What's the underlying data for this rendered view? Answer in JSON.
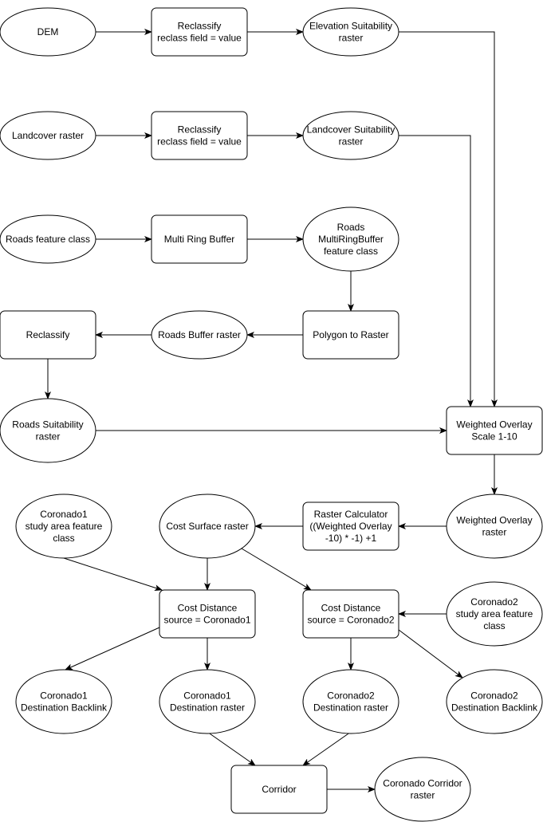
{
  "nodes": [
    {
      "id": "dem",
      "shape": "ellipse",
      "lines": [
        "DEM"
      ]
    },
    {
      "id": "reclass-elev",
      "shape": "rect",
      "lines": [
        "Reclassify",
        "reclass field = value"
      ]
    },
    {
      "id": "elev-suit",
      "shape": "ellipse",
      "lines": [
        "Elevation Suitability",
        "raster"
      ]
    },
    {
      "id": "landcover",
      "shape": "ellipse",
      "lines": [
        "Landcover raster"
      ]
    },
    {
      "id": "reclass-land",
      "shape": "rect",
      "lines": [
        "Reclassify",
        "reclass field = value"
      ]
    },
    {
      "id": "land-suit",
      "shape": "ellipse",
      "lines": [
        "Landcover Suitability",
        "raster"
      ]
    },
    {
      "id": "roads-fc",
      "shape": "ellipse",
      "lines": [
        "Roads feature class"
      ]
    },
    {
      "id": "mrb",
      "shape": "rect",
      "lines": [
        "Multi Ring Buffer"
      ]
    },
    {
      "id": "roads-mrb",
      "shape": "ellipse",
      "lines": [
        "Roads",
        "MultiRingBuffer",
        "feature class"
      ]
    },
    {
      "id": "reclass-roads",
      "shape": "rect",
      "lines": [
        "Reclassify"
      ]
    },
    {
      "id": "roads-buf",
      "shape": "ellipse",
      "lines": [
        "Roads Buffer raster"
      ]
    },
    {
      "id": "p2r",
      "shape": "rect",
      "lines": [
        "Polygon to Raster"
      ]
    },
    {
      "id": "roads-suit",
      "shape": "ellipse",
      "lines": [
        "Roads Suitability",
        "raster"
      ]
    },
    {
      "id": "wo-tool",
      "shape": "rect",
      "lines": [
        "Weighted Overlay",
        "Scale 1-10"
      ]
    },
    {
      "id": "c1-study",
      "shape": "ellipse",
      "lines": [
        "Coronado1",
        "study area feature",
        "class"
      ]
    },
    {
      "id": "cost-surf",
      "shape": "ellipse",
      "lines": [
        "Cost Surface raster"
      ]
    },
    {
      "id": "rcalc",
      "shape": "rect",
      "lines": [
        "Raster Calculator",
        "((Weighted Overlay",
        "-10) * -1) +1"
      ]
    },
    {
      "id": "wo-raster",
      "shape": "ellipse",
      "lines": [
        "Weighted Overlay",
        "raster"
      ]
    },
    {
      "id": "cd1",
      "shape": "rect",
      "lines": [
        "Cost Distance",
        "source = Coronado1"
      ]
    },
    {
      "id": "cd2",
      "shape": "rect",
      "lines": [
        "Cost Distance",
        "source = Coronado2"
      ]
    },
    {
      "id": "c2-study",
      "shape": "ellipse",
      "lines": [
        "Coronado2",
        "study area feature",
        "class"
      ]
    },
    {
      "id": "c1-back",
      "shape": "ellipse",
      "lines": [
        "Coronado1",
        "Destination Backlink"
      ]
    },
    {
      "id": "c1-dest",
      "shape": "ellipse",
      "lines": [
        "Coronado1",
        "Destination raster"
      ]
    },
    {
      "id": "c2-dest",
      "shape": "ellipse",
      "lines": [
        "Coronado2",
        "Destination raster"
      ]
    },
    {
      "id": "c2-back",
      "shape": "ellipse",
      "lines": [
        "Coronado2",
        "Destination Backlink"
      ]
    },
    {
      "id": "corridor",
      "shape": "rect",
      "lines": [
        "Corridor"
      ]
    },
    {
      "id": "corr-raster",
      "shape": "ellipse",
      "lines": [
        "Coronado Corridor",
        "raster"
      ]
    }
  ],
  "edges": [
    {
      "from": "dem",
      "to": "reclass-elev"
    },
    {
      "from": "reclass-elev",
      "to": "elev-suit"
    },
    {
      "from": "elev-suit",
      "to": "wo-tool"
    },
    {
      "from": "landcover",
      "to": "reclass-land"
    },
    {
      "from": "reclass-land",
      "to": "land-suit"
    },
    {
      "from": "land-suit",
      "to": "wo-tool"
    },
    {
      "from": "roads-fc",
      "to": "mrb"
    },
    {
      "from": "mrb",
      "to": "roads-mrb"
    },
    {
      "from": "roads-mrb",
      "to": "p2r"
    },
    {
      "from": "p2r",
      "to": "roads-buf"
    },
    {
      "from": "roads-buf",
      "to": "reclass-roads"
    },
    {
      "from": "reclass-roads",
      "to": "roads-suit"
    },
    {
      "from": "roads-suit",
      "to": "wo-tool"
    },
    {
      "from": "wo-tool",
      "to": "wo-raster"
    },
    {
      "from": "wo-raster",
      "to": "rcalc"
    },
    {
      "from": "rcalc",
      "to": "cost-surf"
    },
    {
      "from": "cost-surf",
      "to": "cd1"
    },
    {
      "from": "cost-surf",
      "to": "cd2"
    },
    {
      "from": "c1-study",
      "to": "cd1"
    },
    {
      "from": "c2-study",
      "to": "cd2"
    },
    {
      "from": "cd1",
      "to": "c1-back"
    },
    {
      "from": "cd1",
      "to": "c1-dest"
    },
    {
      "from": "cd2",
      "to": "c2-dest"
    },
    {
      "from": "cd2",
      "to": "c2-back"
    },
    {
      "from": "c1-dest",
      "to": "corridor"
    },
    {
      "from": "c2-dest",
      "to": "corridor"
    },
    {
      "from": "corridor",
      "to": "corr-raster"
    }
  ]
}
